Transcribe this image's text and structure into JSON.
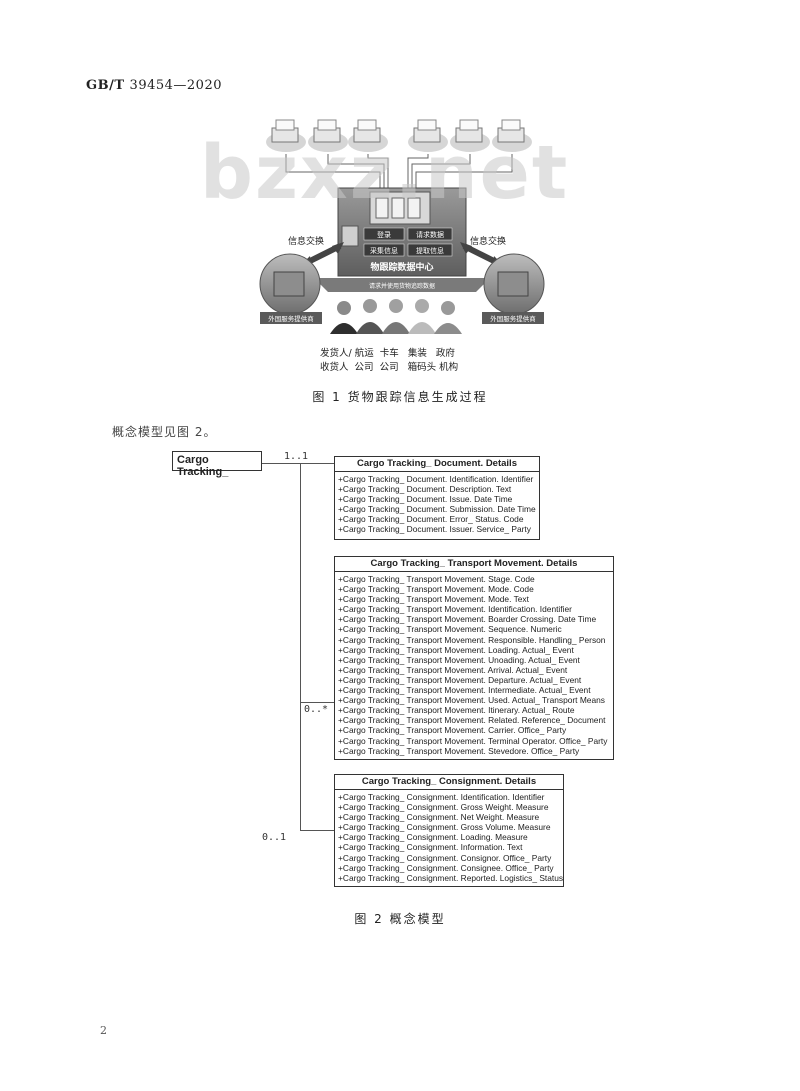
{
  "header": {
    "std_prefix": "GB/T",
    "std_number": "39454—2020"
  },
  "figure1": {
    "center_title": "物跟踪数据中心",
    "buttons": [
      "登录",
      "请求数据",
      "采集信息",
      "提取信息"
    ],
    "banner": "请求并使用货物追踪数据",
    "exchange_left": "信息交换",
    "exchange_right": "信息交换",
    "provider_left": "外国服务提供商",
    "provider_right": "外国服务提供商",
    "parties_row1": "发货人/ 航运  卡车   集装   政府",
    "parties_row2": "收货人  公司  公司   箱码头 机构",
    "caption": "图 1  货物跟踪信息生成过程"
  },
  "paragraph": "概念模型见图 2。",
  "figure2": {
    "root": "Cargo Tracking_",
    "mult_top": "1..1",
    "mult_mid": "0..*",
    "mult_bot": "0..1",
    "document": {
      "title": "Cargo Tracking_ Document. Details",
      "attrs": [
        "+Cargo Tracking_ Document. Identification. Identifier",
        "+Cargo Tracking_ Document. Description. Text",
        "+Cargo Tracking_ Document. Issue. Date Time",
        "+Cargo Tracking_ Document. Submission. Date Time",
        "+Cargo Tracking_ Document. Error_ Status. Code",
        "+Cargo Tracking_ Document. Issuer. Service_ Party"
      ]
    },
    "transport": {
      "title": "Cargo Tracking_ Transport Movement. Details",
      "attrs": [
        "+Cargo Tracking_ Transport Movement. Stage. Code",
        "+Cargo Tracking_ Transport Movement. Mode. Code",
        "+Cargo Tracking_ Transport Movement. Mode. Text",
        "+Cargo Tracking_ Transport Movement. Identification. Identifier",
        "+Cargo Tracking_ Transport Movement. Boarder Crossing. Date Time",
        "+Cargo Tracking_ Transport Movement. Sequence. Numeric",
        "+Cargo Tracking_ Transport Movement. Responsible. Handling_ Person",
        "+Cargo Tracking_ Transport Movement. Loading. Actual_ Event",
        "+Cargo Tracking_ Transport Movement. Unoading. Actual_ Event",
        "+Cargo Tracking_ Transport Movement. Arrival. Actual_ Event",
        "+Cargo Tracking_ Transport Movement. Departure. Actual_ Event",
        "+Cargo Tracking_ Transport Movement. Intermediate. Actual_ Event",
        "+Cargo Tracking_ Transport Movement. Used. Actual_ Transport Means",
        "+Cargo Tracking_ Transport Movement. Itinerary. Actual_ Route",
        "+Cargo Tracking_ Transport Movement. Related. Reference_ Document",
        "+Cargo Tracking_ Transport Movement. Carrier. Office_ Party",
        "+Cargo Tracking_ Transport Movement. Terminal Operator. Office_ Party",
        "+Cargo Tracking_ Transport Movement. Stevedore. Office_ Party"
      ]
    },
    "consignment": {
      "title": "Cargo Tracking_ Consignment. Details",
      "attrs": [
        "+Cargo Tracking_ Consignment. Identification. Identifier",
        "+Cargo Tracking_ Consignment. Gross Weight. Measure",
        "+Cargo Tracking_ Consignment. Net Weight. Measure",
        "+Cargo Tracking_ Consignment. Gross Volume. Measure",
        "+Cargo Tracking_ Consignment. Loading. Measure",
        "+Cargo Tracking_ Consignment. Information. Text",
        "+Cargo Tracking_ Consignment. Consignor. Office_ Party",
        "+Cargo Tracking_ Consignment. Consignee. Office_ Party",
        "+Cargo Tracking_ Consignment. Reported. Logistics_ Status"
      ]
    },
    "caption": "图 2  概念模型"
  },
  "watermark": "bzxz.net",
  "page_number": "2"
}
